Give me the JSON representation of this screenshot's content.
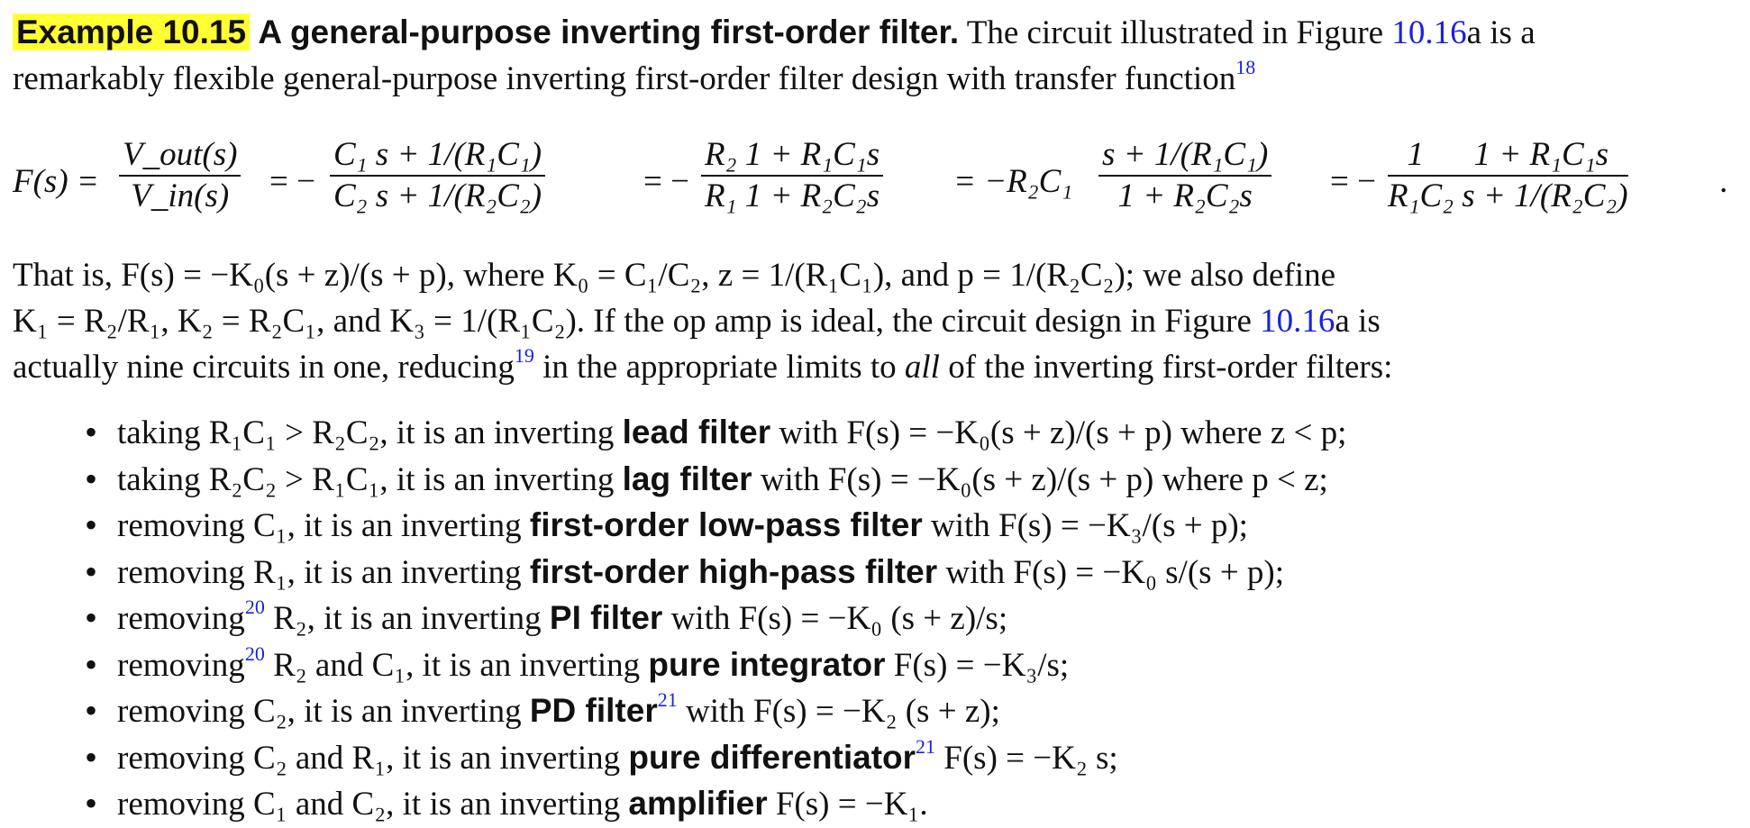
{
  "example": {
    "label": "Example 10.15",
    "title": "A general-purpose inverting first-order filter.",
    "intro_a": "The circuit illustrated in Figure",
    "fig_ref": "10.16",
    "intro_b": "a is a",
    "intro_line2": "remarkably flexible general-purpose inverting first-order filter design with transfer function",
    "fn18": "18"
  },
  "equation": {
    "lhs": "F(s) =",
    "f1_num": "V_out(s)",
    "f1_den": "V_in(s)",
    "eq2": "= −",
    "f2_num": "C₁ s + 1/(R₁C₁)",
    "f2_den": "C₂ s + 1/(R₂C₂)",
    "eq3": "= −",
    "f3_num": "R₂ 1 + R₁C₁s",
    "f3_den": "R₁ 1 + R₂C₂s",
    "eq4": "= −R₂C₁",
    "f4_num": "s + 1/(R₁C₁)",
    "f4_den": "1 + R₂C₂s",
    "eq5": "= −",
    "f5_num": "1      1 + R₁C₁s",
    "f5_den": "R₁C₂ s + 1/(R₂C₂)",
    "end": "."
  },
  "para2": {
    "l1": "That is, F(s) = −K₀(s + z)/(s + p), where K₀ = C₁/C₂, z = 1/(R₁C₁), and p = 1/(R₂C₂); we also define",
    "l2a": "K₁ = R₂/R₁, K₂ = R₂C₁, and K₃ = 1/(R₁C₂). If the op amp is ideal, the circuit design in Figure",
    "fig_ref": "10.16",
    "l2b": "a is",
    "l3a": "actually nine circuits in one, reducing",
    "fn19": "19",
    "l3b": " in the appropriate limits to",
    "l3_em": "all",
    "l3c": " of the inverting first-order filters:"
  },
  "items": [
    {
      "pre": "taking R₁C₁ > R₂C₂, it is an inverting ",
      "fn": "",
      "mid": "",
      "bold": "lead filter",
      "fn2": "",
      "post": " with F(s) = −K₀(s + z)/(s + p) where z < p;"
    },
    {
      "pre": "taking R₂C₂ > R₁C₁, it is an inverting ",
      "fn": "",
      "mid": "",
      "bold": "lag filter",
      "fn2": "",
      "post": " with F(s) = −K₀(s + z)/(s + p) where p < z;"
    },
    {
      "pre": "removing C₁, it is an inverting ",
      "fn": "",
      "mid": "",
      "bold": "first-order low-pass filter",
      "fn2": "",
      "post": " with F(s) = −K₃/(s + p);"
    },
    {
      "pre": "removing R₁, it is an inverting ",
      "fn": "",
      "mid": "",
      "bold": "first-order high-pass filter",
      "fn2": "",
      "post": " with F(s) = −K₀ s/(s + p);"
    },
    {
      "pre": "removing",
      "fn": "20",
      "mid": " R₂, it is an inverting ",
      "bold": "PI filter",
      "fn2": "",
      "post": " with F(s) = −K₀ (s + z)/s;"
    },
    {
      "pre": "removing",
      "fn": "20",
      "mid": " R₂ and C₁, it is an inverting ",
      "bold": "pure integrator",
      "fn2": "",
      "post": " F(s) = −K₃/s;"
    },
    {
      "pre": "removing C₂, it is an inverting ",
      "fn": "",
      "mid": "",
      "bold": "PD filter",
      "fn2": "21",
      "post": " with F(s) = −K₂ (s + z);"
    },
    {
      "pre": "removing C₂ and R₁, it is an inverting ",
      "fn": "",
      "mid": "",
      "bold": "pure differentiator",
      "fn2": "21",
      "post": " F(s) = −K₂ s;"
    },
    {
      "pre": "removing C₁ and C₂, it is an inverting ",
      "fn": "",
      "mid": "",
      "bold": "amplifier",
      "fn2": "",
      "post": " F(s) = −K₁."
    }
  ]
}
